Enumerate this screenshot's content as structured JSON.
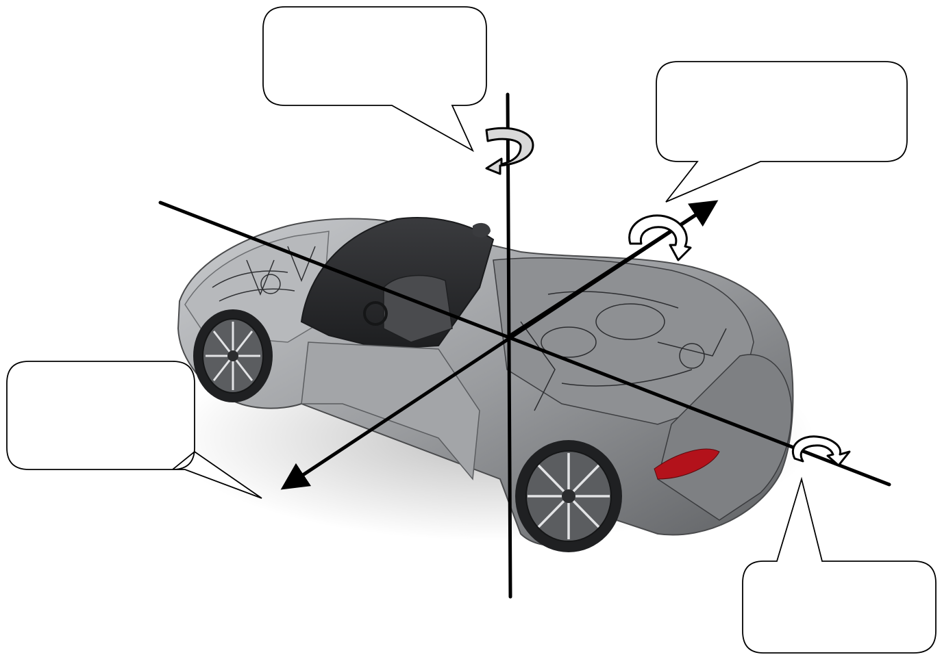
{
  "diagram": {
    "subject": "car-cutaway-illustration",
    "axes": [
      "vertical-axis",
      "longitudinal-axis",
      "lateral-axis"
    ],
    "rotation_arrows": [
      "yaw-rotation-arrow",
      "pitch-rotation-arrow",
      "roll-rotation-arrow"
    ],
    "callouts": [
      {
        "id": "top-center",
        "text": ""
      },
      {
        "id": "top-right",
        "text": ""
      },
      {
        "id": "left",
        "text": ""
      },
      {
        "id": "bottom-right",
        "text": ""
      }
    ],
    "colors": {
      "line": "#000000",
      "callout_fill": "#ffffff",
      "rotation_arrow_fill": "#d9d9d9",
      "car_body": "#9a9c9f",
      "car_dark": "#2a2b2d",
      "brake_light": "#b3121b"
    }
  }
}
